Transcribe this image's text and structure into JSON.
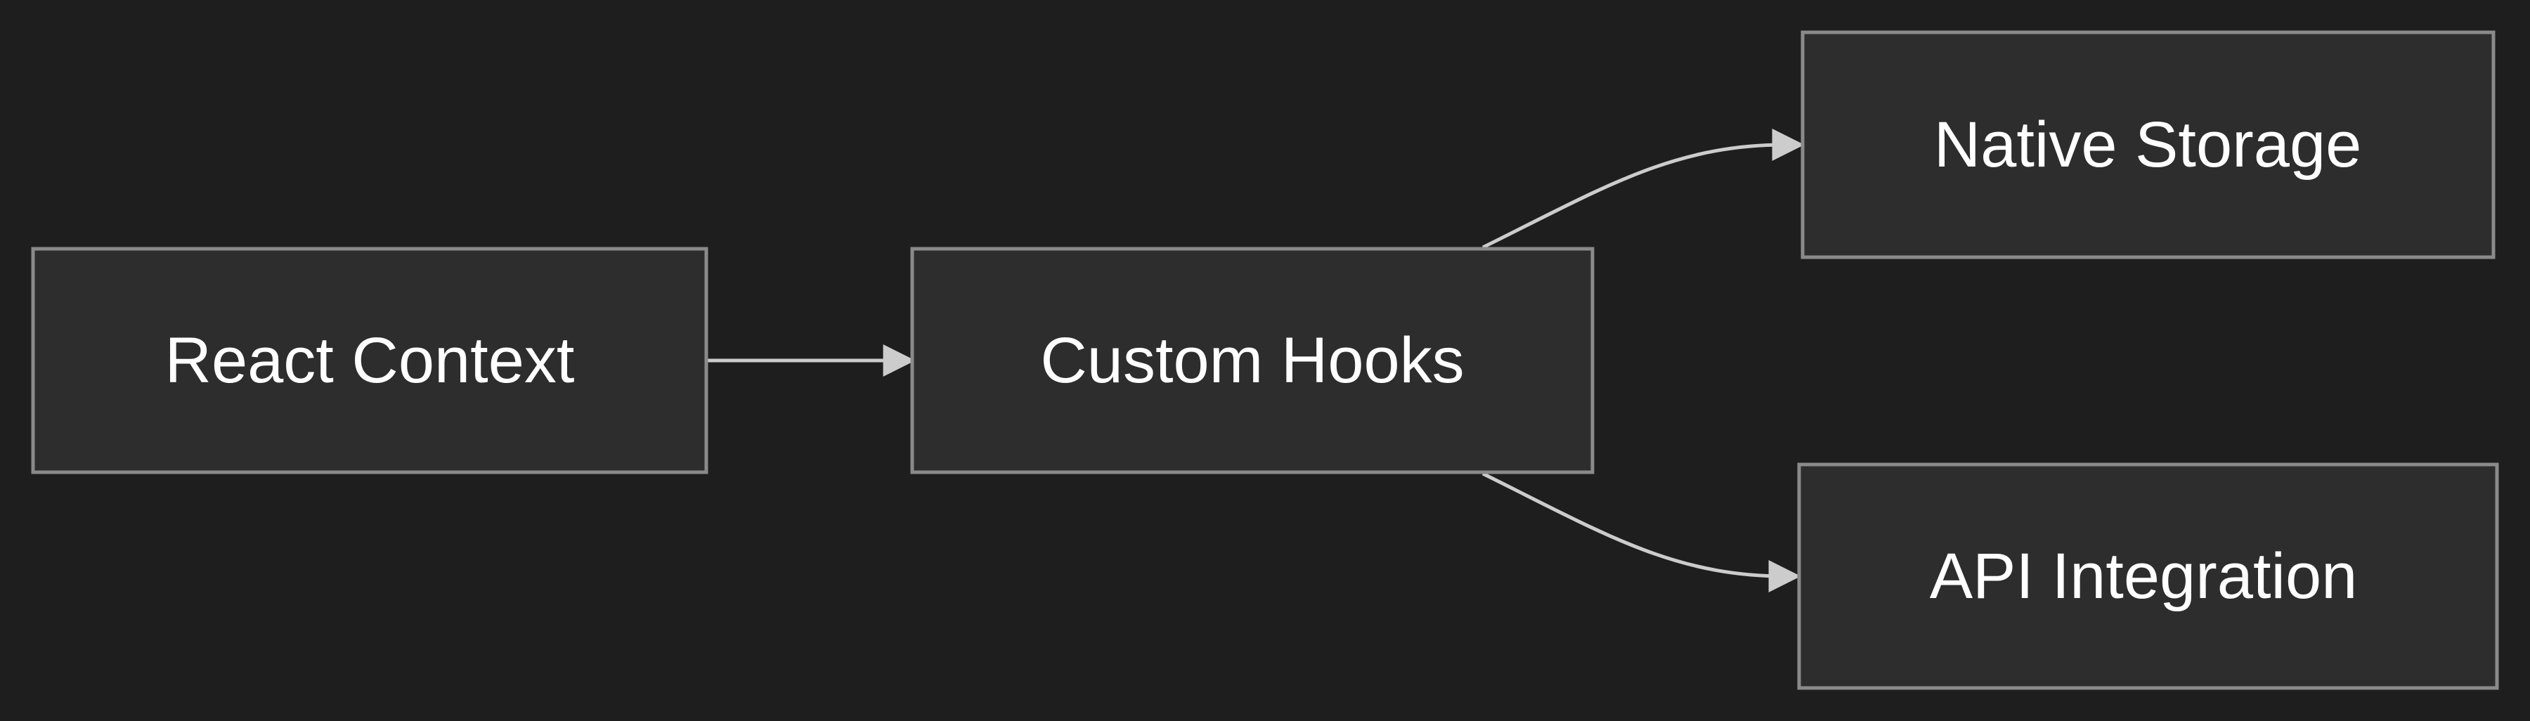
{
  "diagram": {
    "background": "#1e1e1e",
    "node_fill": "#2d2d2d",
    "node_stroke": "#8a8a8a",
    "edge_color": "#cccccc",
    "text_color": "#ffffff",
    "nodes": [
      {
        "id": "react-context",
        "label": "React Context"
      },
      {
        "id": "custom-hooks",
        "label": "Custom Hooks"
      },
      {
        "id": "native-storage",
        "label": "Native Storage"
      },
      {
        "id": "api-integration",
        "label": "API Integration"
      }
    ],
    "edges": [
      {
        "from": "react-context",
        "to": "custom-hooks"
      },
      {
        "from": "custom-hooks",
        "to": "native-storage"
      },
      {
        "from": "custom-hooks",
        "to": "api-integration"
      }
    ]
  }
}
